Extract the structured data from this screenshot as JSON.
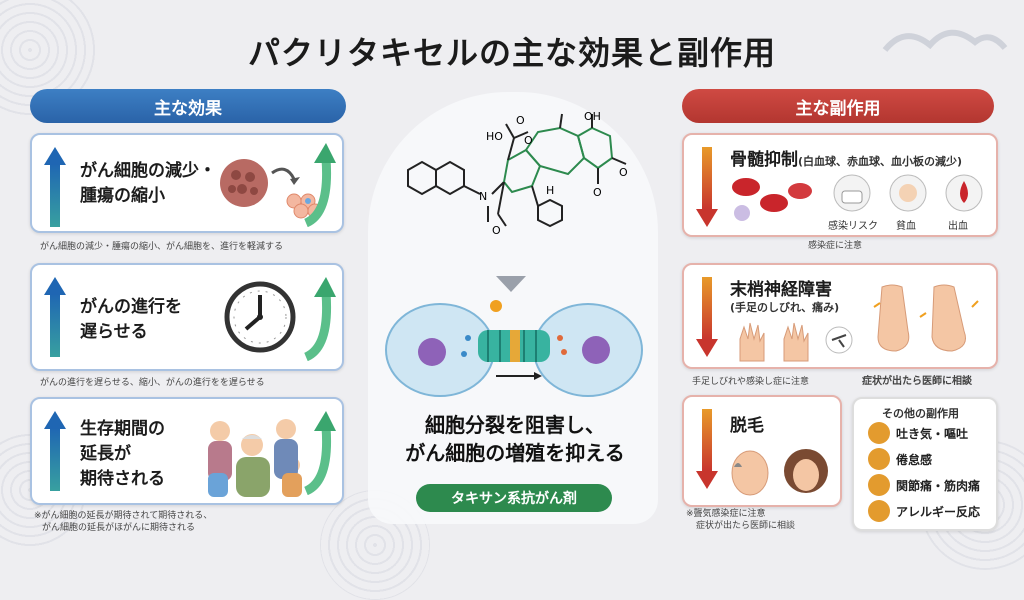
{
  "title": "パクリタキセルの主な効果と副作用",
  "left": {
    "header": "主な効果",
    "cards": [
      {
        "label": "がん細胞の減少・\n腫瘍の縮小",
        "note": "がん細胞の減少・腫瘍の縮小、がん細胞を"
      },
      {
        "label": "がんの進行を\n遅らせる",
        "note": "がんの進行を遅らせる、縮小、がんの進行を"
      },
      {
        "label": "生存期間の\n延長が\n期待される",
        "note": "※がん細胞の延長が期待されて期待される、"
      }
    ],
    "note1_tail": "、進行を軽減する",
    "note2_tail": "を遅らせる",
    "note3_line2": "がん細胞の延長がほがんに期待される"
  },
  "center": {
    "mol_labels": {
      "cooh_o": "O",
      "oh": "OH",
      "ho": "HO",
      "o1": "O",
      "nh": "N",
      "h": "H",
      "o2": "O",
      "o3": "O",
      "o4": "O"
    },
    "text_line1": "細胞分裂を阻害し、",
    "text_line2": "がん細胞の増殖を抑える",
    "pill": "タキサン系抗がん剤"
  },
  "right": {
    "header": "主な副作用",
    "card1": {
      "title": "骨髄抑制",
      "subtitle": "(白血球、赤血球、血小板の減少)",
      "items": [
        "感染リスク",
        "貧血",
        "出血"
      ],
      "note": "感染症に注意"
    },
    "card2": {
      "title": "末梢神経障害",
      "subtitle": "(手足のしびれ、痛み)",
      "note_left": "手足しびれや感染し症に注意",
      "note_right": "症状が出たら医師に相談"
    },
    "card3": {
      "title": "脱毛",
      "note1": "※聾気感染症に注意",
      "note2": "症状が出たら医師に相談"
    },
    "other": {
      "title": "その他の副作用",
      "items": [
        "吐き気・嘔吐",
        "倦怠感",
        "関節痛・筋肉痛",
        "アレルギー反応"
      ]
    }
  },
  "colors": {
    "blue": "#2a63a8",
    "red": "#b33630",
    "green": "#2d8a4e",
    "orange": "#e39b2e"
  }
}
